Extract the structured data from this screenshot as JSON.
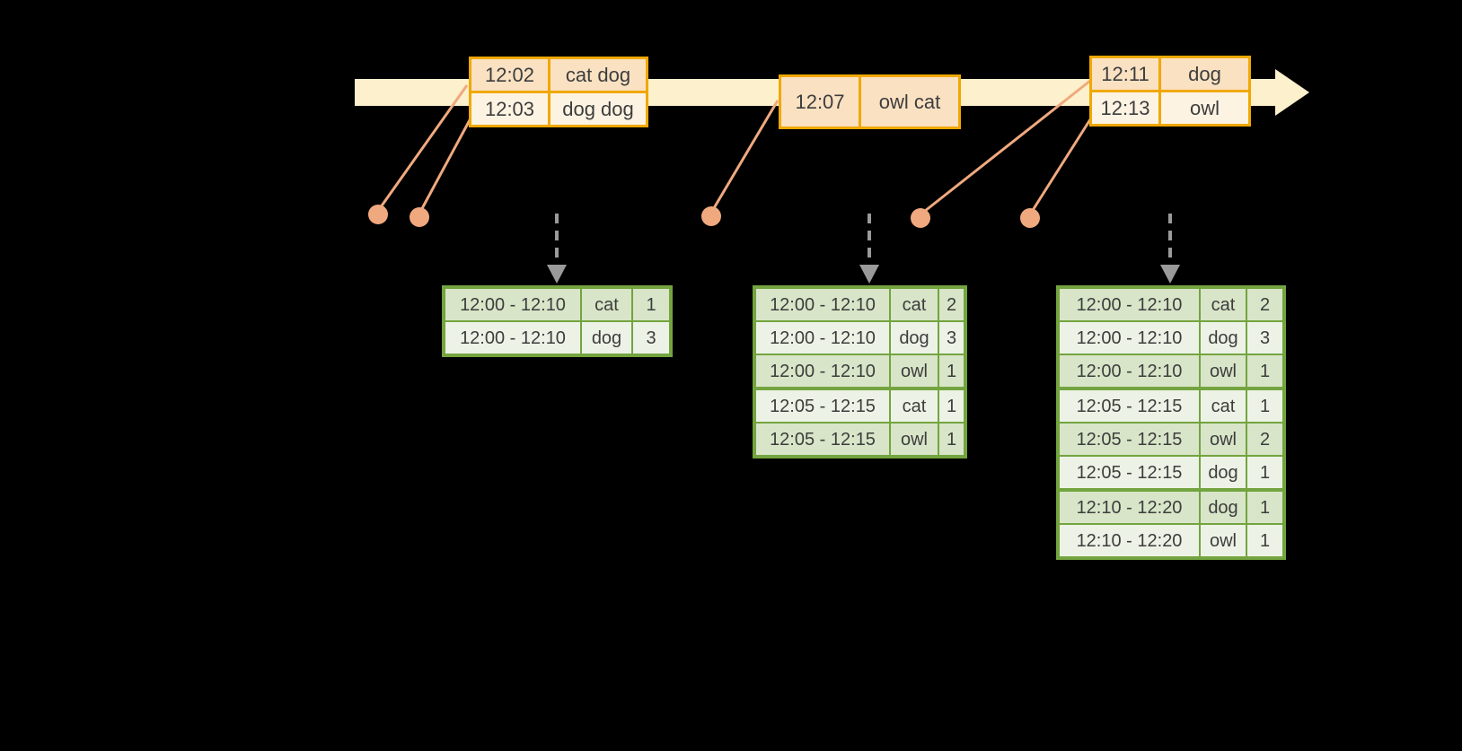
{
  "diagram": {
    "description": "Timeline of input events flowing into windowed word-count result tables",
    "colors": {
      "background": "#000000",
      "timeline_band": "#FCF1CC",
      "event_table_border": "#F0A800",
      "event_row_fill": "#FAE1C2",
      "event_row_alt_fill": "#FDF3E2",
      "event_dot": "#F0A97E",
      "trigger_arrow": "#9A9A9A",
      "result_table_border": "#73A43F",
      "result_row_fill": "#D8E5C8",
      "result_row_alt_fill": "#EDF2E6",
      "text": "#3d3d3d"
    },
    "icons": [
      {
        "name": "timeline-arrow",
        "glyph": "right-arrow-band"
      },
      {
        "name": "event-dot",
        "glyph": "filled-circle"
      },
      {
        "name": "trigger-arrow-icon",
        "glyph": "dashed-down-arrow"
      }
    ],
    "event_tables": [
      {
        "rows": [
          {
            "time": "12:02",
            "words": "cat dog"
          },
          {
            "time": "12:03",
            "words": "dog dog"
          }
        ]
      },
      {
        "rows": [
          {
            "time": "12:07",
            "words": "owl cat"
          }
        ]
      },
      {
        "rows": [
          {
            "time": "12:11",
            "words": "dog"
          },
          {
            "time": "12:13",
            "words": "owl"
          }
        ]
      }
    ],
    "result_tables": [
      {
        "group_starts": [],
        "rows": [
          {
            "window": "12:00 - 12:10",
            "word": "cat",
            "count": "1"
          },
          {
            "window": "12:00 - 12:10",
            "word": "dog",
            "count": "3"
          }
        ]
      },
      {
        "group_starts": [
          3
        ],
        "rows": [
          {
            "window": "12:00 - 12:10",
            "word": "cat",
            "count": "2"
          },
          {
            "window": "12:00 - 12:10",
            "word": "dog",
            "count": "3"
          },
          {
            "window": "12:00 - 12:10",
            "word": "owl",
            "count": "1"
          },
          {
            "window": "12:05 - 12:15",
            "word": "cat",
            "count": "1"
          },
          {
            "window": "12:05 - 12:15",
            "word": "owl",
            "count": "1"
          }
        ]
      },
      {
        "group_starts": [
          3,
          6
        ],
        "rows": [
          {
            "window": "12:00 - 12:10",
            "word": "cat",
            "count": "2"
          },
          {
            "window": "12:00 - 12:10",
            "word": "dog",
            "count": "3"
          },
          {
            "window": "12:00 - 12:10",
            "word": "owl",
            "count": "1"
          },
          {
            "window": "12:05 - 12:15",
            "word": "cat",
            "count": "1"
          },
          {
            "window": "12:05 - 12:15",
            "word": "owl",
            "count": "2"
          },
          {
            "window": "12:05 - 12:15",
            "word": "dog",
            "count": "1"
          },
          {
            "window": "12:10 - 12:20",
            "word": "dog",
            "count": "1"
          },
          {
            "window": "12:10 - 12:20",
            "word": "owl",
            "count": "1"
          }
        ]
      }
    ]
  }
}
